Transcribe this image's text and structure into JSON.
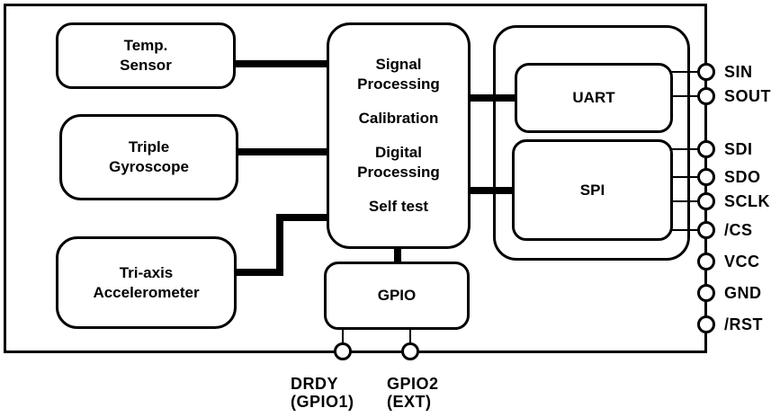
{
  "diagram_type": "sensor-chip-block-diagram",
  "colors": {
    "line": "#000000",
    "background": "#ffffff",
    "text": "#000000"
  },
  "blocks": {
    "temp_sensor": "Temp.\nSensor",
    "gyroscope": "Triple\nGyroscope",
    "accelerometer": "Tri-axis\nAccelerometer",
    "processing": {
      "line1": "Signal\nProcessing",
      "line2": "Calibration",
      "line3": "Digital\nProcessing",
      "line4": "Self test"
    },
    "uart": "UART",
    "spi": "SPI",
    "gpio": "GPIO"
  },
  "pins_right": [
    {
      "label": "SIN"
    },
    {
      "label": "SOUT"
    },
    {
      "label": "SDI"
    },
    {
      "label": "SDO"
    },
    {
      "label": "SCLK"
    },
    {
      "label": "/CS"
    },
    {
      "label": "VCC"
    },
    {
      "label": "GND"
    },
    {
      "label": "/RST"
    }
  ],
  "pins_bottom": [
    {
      "label": "DRDY",
      "sublabel": "(GPIO1)"
    },
    {
      "label": "GPIO2",
      "sublabel": "(EXT)"
    }
  ]
}
